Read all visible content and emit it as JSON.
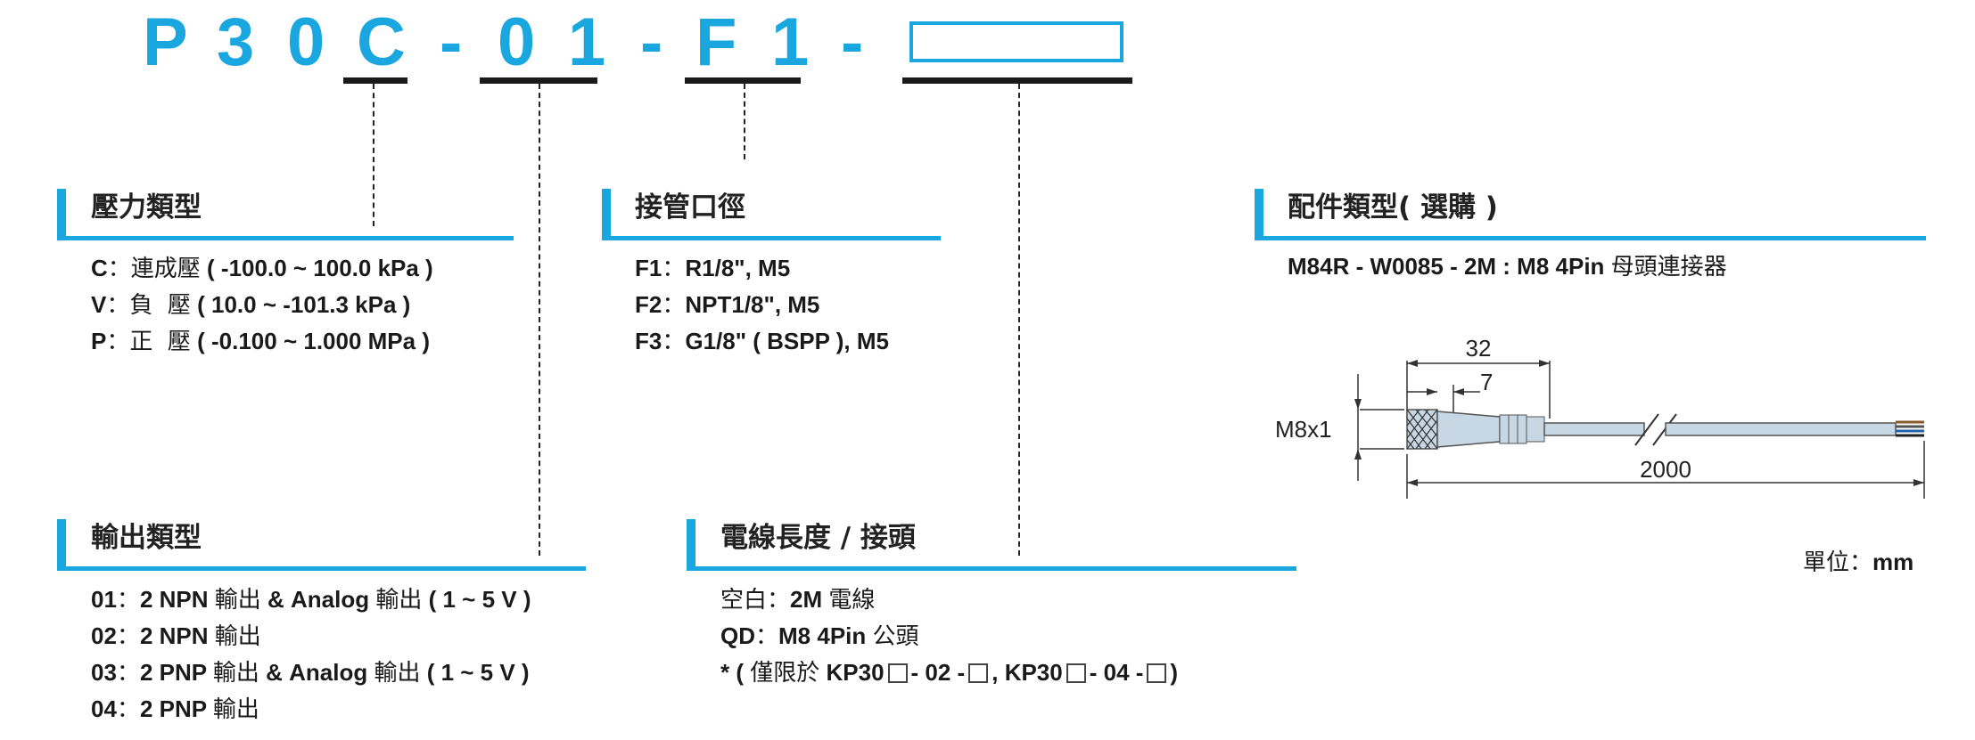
{
  "model_code": {
    "chars": [
      "P",
      "3",
      "0",
      "C",
      "-",
      "0",
      "1",
      "-",
      "F",
      "1",
      "-"
    ]
  },
  "pressure": {
    "title": "壓力類型",
    "items": [
      {
        "code": "C",
        "label": "連成壓",
        "range": "( -100.0 ~ 100.0 kPa )"
      },
      {
        "code": "V",
        "label": "負  壓",
        "range": "( 10.0 ~ -101.3 kPa )"
      },
      {
        "code": "P",
        "label": "正  壓",
        "range": "( -0.100 ~ 1.000 MPa )"
      }
    ]
  },
  "port": {
    "title": "接管口徑",
    "items": [
      {
        "code": "F1",
        "value": "R1/8\", M5"
      },
      {
        "code": "F2",
        "value": "NPT1/8\", M5"
      },
      {
        "code": "F3",
        "value": "G1/8\" ( BSPP ), M5"
      }
    ]
  },
  "accessory": {
    "title": "配件類型",
    "title_suffix": "( 選購 )",
    "part_number": "M84R - W0085 - 2M : M8 4Pin",
    "part_desc": "母頭連接器",
    "dims": {
      "length_head": "32",
      "length_front": "7",
      "thread": "M8x1",
      "length_cable": "2000"
    },
    "unit_label": "單位：",
    "unit": "mm"
  },
  "output": {
    "title": "輸出類型",
    "items": [
      {
        "code": "01",
        "a": "2 NPN",
        "b": "輸出",
        "c": "& Analog",
        "d": "輸出",
        "e": "( 1 ~ 5 V )"
      },
      {
        "code": "02",
        "a": "2 NPN",
        "b": "輸出",
        "c": "",
        "d": "",
        "e": ""
      },
      {
        "code": "03",
        "a": "2 PNP",
        "b": "輸出",
        "c": "& Analog",
        "d": "輸出",
        "e": "( 1 ~ 5 V )"
      },
      {
        "code": "04",
        "a": "2 PNP",
        "b": "輸出",
        "c": "",
        "d": "",
        "e": ""
      }
    ]
  },
  "cable": {
    "title": "電線長度 / 接頭",
    "blank_label": "空白",
    "blank_value": "2M",
    "blank_desc": "電線",
    "qd_code": "QD",
    "qd_value": "M8 4Pin",
    "qd_desc": "公頭",
    "note_prefix": "* (",
    "note_limit": "僅限於",
    "note_model1": "KP30",
    "note_mid1": "- 02 -",
    "note_comma": ",",
    "note_model2": "KP30",
    "note_mid2": "- 04 -",
    "note_suffix": ")"
  },
  "colors": {
    "accent": "#1aa6df",
    "text": "#1a1a1a"
  }
}
